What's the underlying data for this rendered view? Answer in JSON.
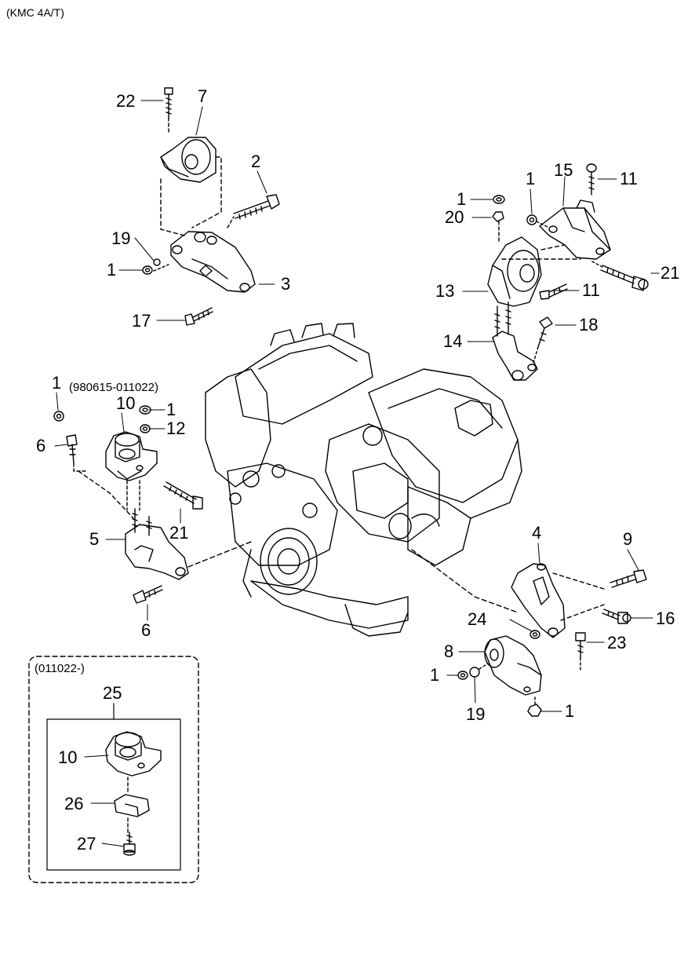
{
  "header": {
    "model": "(KMC 4A/T)"
  },
  "groups": {
    "early_range": "(980615-011022)",
    "late_range": "(011022-)"
  },
  "callouts": {
    "c22": "22",
    "c7": "7",
    "c2": "2",
    "c19a": "19",
    "c1a": "1",
    "c3": "3",
    "c17": "17",
    "c1b": "1",
    "c15": "15",
    "c11a": "11",
    "c1c": "1",
    "c20": "20",
    "c21a": "21",
    "c13": "13",
    "c11b": "11",
    "c14": "14",
    "c18": "18",
    "c1d": "1",
    "c10a": "10",
    "c1e": "1",
    "c12": "12",
    "c6a": "6",
    "c5": "5",
    "c21b": "21",
    "c6b": "6",
    "c4": "4",
    "c9": "9",
    "c24": "24",
    "c16": "16",
    "c8": "8",
    "c23": "23",
    "c1f": "1",
    "c19b": "19",
    "c1g": "1",
    "c25": "25",
    "c10b": "10",
    "c26": "26",
    "c27": "27"
  }
}
